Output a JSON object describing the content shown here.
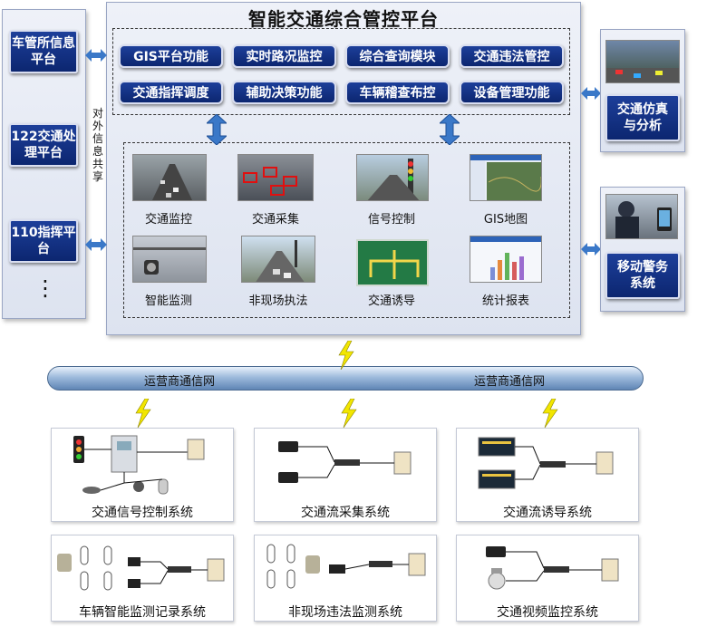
{
  "platform": {
    "title": "智能交通综合管控平台",
    "functions": [
      "GIS平台功能",
      "实时路况监控",
      "综合查询模块",
      "交通违法管控",
      "交通指挥调度",
      "辅助决策功能",
      "车辆稽查布控",
      "设备管理功能"
    ],
    "modules": [
      "交通监控",
      "交通采集",
      "信号控制",
      "GIS地图",
      "智能监测",
      "非现场执法",
      "交通诱导",
      "统计报表"
    ]
  },
  "left_systems": [
    "车管所信息平台",
    "122交通处理平台",
    "110指挥平台"
  ],
  "left_ellipsis": "⋮",
  "share_label": "对外信息共享",
  "right_systems": [
    "交通仿真与分析",
    "移动警务系统"
  ],
  "network_labels": [
    "运营商通信网",
    "运营商通信网"
  ],
  "subsystems": [
    "交通信号控制系统",
    "交通流采集系统",
    "交通流诱导系统",
    "车辆智能监测记录系统",
    "非现场违法监测系统",
    "交通视频监控系统"
  ],
  "colors": {
    "navy": "#0c2670",
    "pipe": "#7aa0c8",
    "lightning": "#f2e600"
  }
}
